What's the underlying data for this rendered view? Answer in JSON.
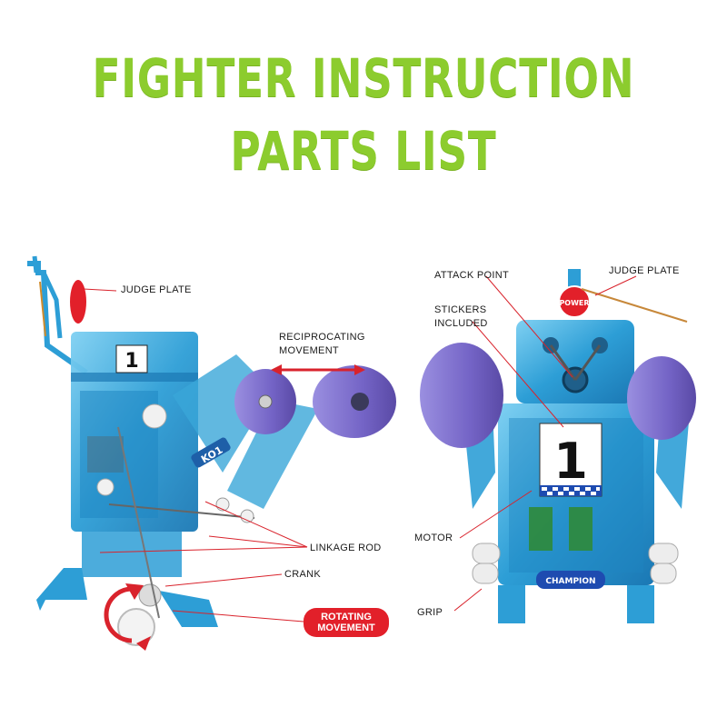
{
  "title": {
    "line1": "FIGHTER INSTRUCTION",
    "line2": "PARTS LIST"
  },
  "left_robot": {
    "labels": {
      "judge_plate": "JUDGE PLATE",
      "reciprocating_1": "RECIPROCATING",
      "reciprocating_2": "MOVEMENT",
      "linkage_rod": "LINKAGE ROD",
      "crank": "CRANK",
      "rotating_1": "ROTATING",
      "rotating_2": "MOVEMENT"
    },
    "number_sticker": "1",
    "ko_sticker": "KO1"
  },
  "right_robot": {
    "labels": {
      "attack_point": "ATTACK POINT",
      "judge_plate": "JUDGE PLATE",
      "stickers_1": "STICKERS",
      "stickers_2": "INCLUDED",
      "motor": "MOTOR",
      "grip": "GRIP"
    },
    "power_badge": "POWER",
    "number_sticker": "1",
    "champion_badge": "CHAMPION"
  },
  "colors": {
    "title_green": "#8ccc2e",
    "body_blue": "#3aa6d8",
    "pad_purple": "#7b6fc8",
    "leader_red": "#d9232c",
    "badge_red": "#e2202a"
  }
}
